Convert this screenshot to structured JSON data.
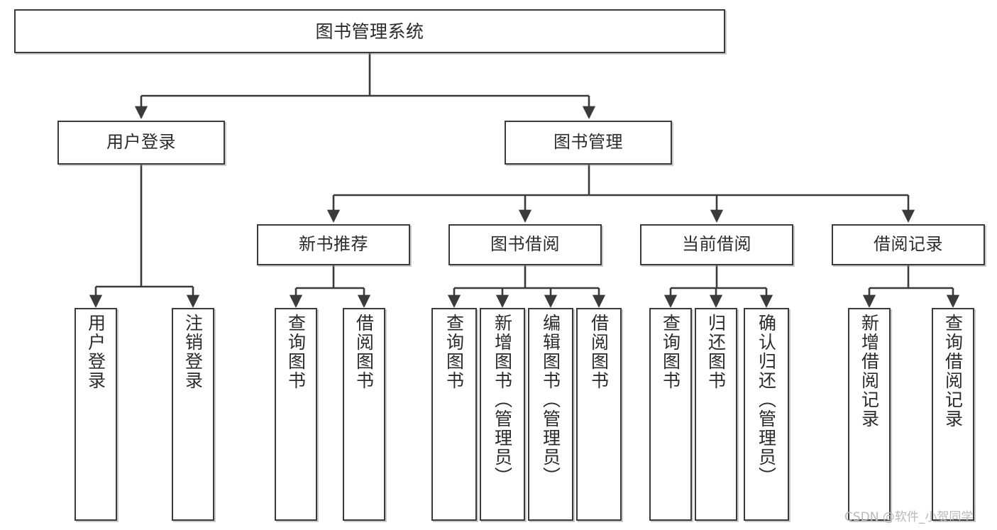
{
  "diagram": {
    "title": "图书管理系统",
    "type": "tree",
    "orientation": "top-down",
    "colors": {
      "box_border": "#3b3b3b",
      "box_fill": "#ffffff",
      "connector": "#3b3b3b",
      "text": "#2b2b2b",
      "watermark": "#b9b9b9",
      "background": "#ffffff"
    },
    "root": {
      "label": "图书管理系统"
    },
    "level1": [
      {
        "label": "用户登录"
      },
      {
        "label": "图书管理"
      }
    ],
    "level2": [
      {
        "label": "新书推荐"
      },
      {
        "label": "图书借阅"
      },
      {
        "label": "当前借阅"
      },
      {
        "label": "借阅记录"
      }
    ],
    "leaves": {
      "user_login": [
        {
          "label": "用户登录"
        },
        {
          "label": "注销登录"
        }
      ],
      "new_book_recommend": [
        {
          "label": "查询图书"
        },
        {
          "label": "借阅图书"
        }
      ],
      "book_borrow": [
        {
          "label": "查询图书"
        },
        {
          "label": "新增图书（管理员）"
        },
        {
          "label": "编辑图书（管理员）"
        },
        {
          "label": "借阅图书"
        }
      ],
      "current_borrow": [
        {
          "label": "查询图书"
        },
        {
          "label": "归还图书"
        },
        {
          "label": "确认归还（管理员）"
        }
      ],
      "borrow_record": [
        {
          "label": "新增借阅记录"
        },
        {
          "label": "查询借阅记录"
        }
      ]
    }
  },
  "watermark": {
    "text": "CSDN @软件_小贺同学"
  }
}
